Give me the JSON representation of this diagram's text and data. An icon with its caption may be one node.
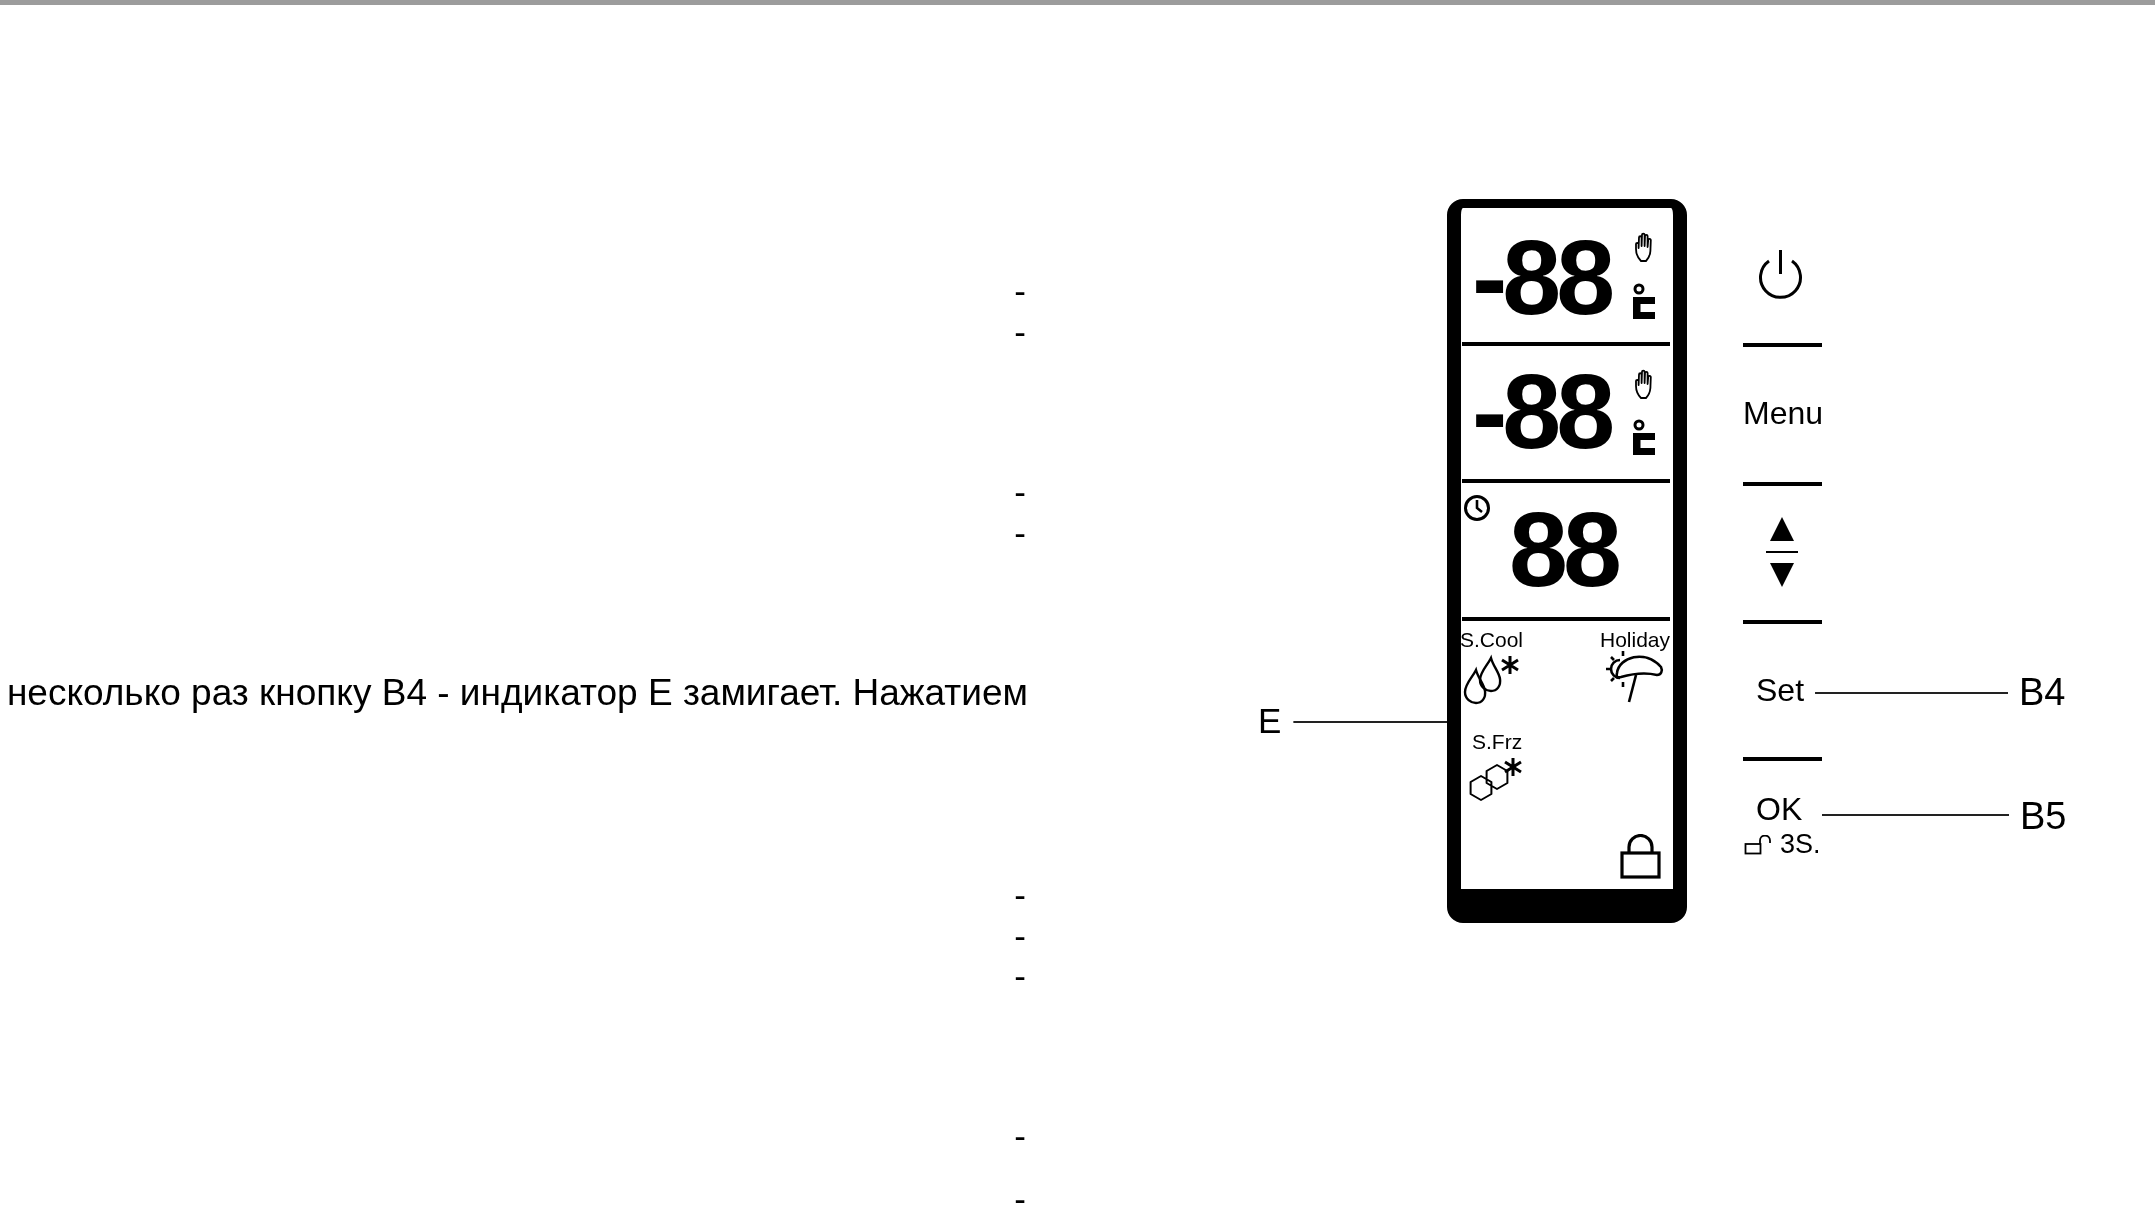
{
  "diagram": {
    "nodes": [
      {
        "text": [
          "E"
        ]
      },
      {
        "text": [
          "-88",
          "-88",
          "88",
          "S.Cool",
          "Holiday",
          "S.Frz"
        ]
      },
      {
        "text": [
          "Set"
        ]
      },
      {
        "text": [
          "B4"
        ]
      },
      {
        "text": [
          "OK",
          "3S."
        ]
      },
      {
        "text": [
          "B5"
        ]
      }
    ],
    "edges": [
      {
        "from": 0,
        "to": 1,
        "arrow": "none"
      },
      {
        "from": 3,
        "to": 2,
        "arrow": "none"
      },
      {
        "from": 5,
        "to": 4,
        "arrow": "none"
      }
    ],
    "labels": [
      "-",
      "-",
      "Menu",
      "-",
      "-",
      "несколько раз кнопку B4 - индикатор E замигает. Нажатием",
      "-",
      "-",
      "-",
      "-",
      "-"
    ]
  }
}
